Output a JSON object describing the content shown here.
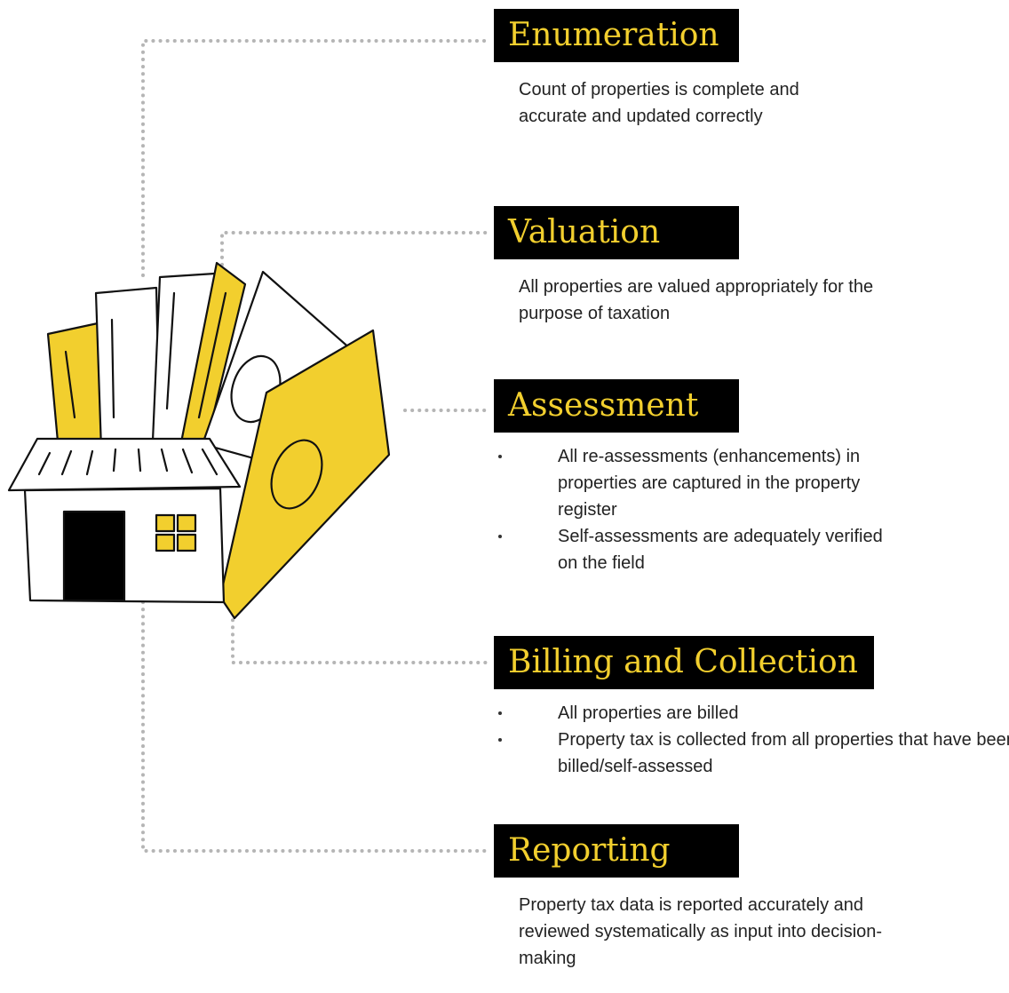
{
  "colors": {
    "accent": "#f2cf2e",
    "label_bg": "#000000",
    "connector": "#b5b5b5"
  },
  "illustration": {
    "icon": "house-with-documents-icon"
  },
  "sections": [
    {
      "title": "Enumeration",
      "text": "Count of properties is complete and accurate and updated correctly"
    },
    {
      "title": "Valuation",
      "text": "All properties are valued appropriately for the purpose of taxation"
    },
    {
      "title": "Assessment",
      "bullets": [
        "All re-assessments (enhancements) in properties are captured in the property register",
        "Self-assessments are adequately verified on the field"
      ]
    },
    {
      "title": "Billing and Collection",
      "bullets": [
        "All properties are billed",
        "Property tax is collected from all properties that have been billed/self-assessed"
      ]
    },
    {
      "title": "Reporting",
      "text": "Property tax data is reported accurately and reviewed systematically as input into decision-making"
    }
  ]
}
